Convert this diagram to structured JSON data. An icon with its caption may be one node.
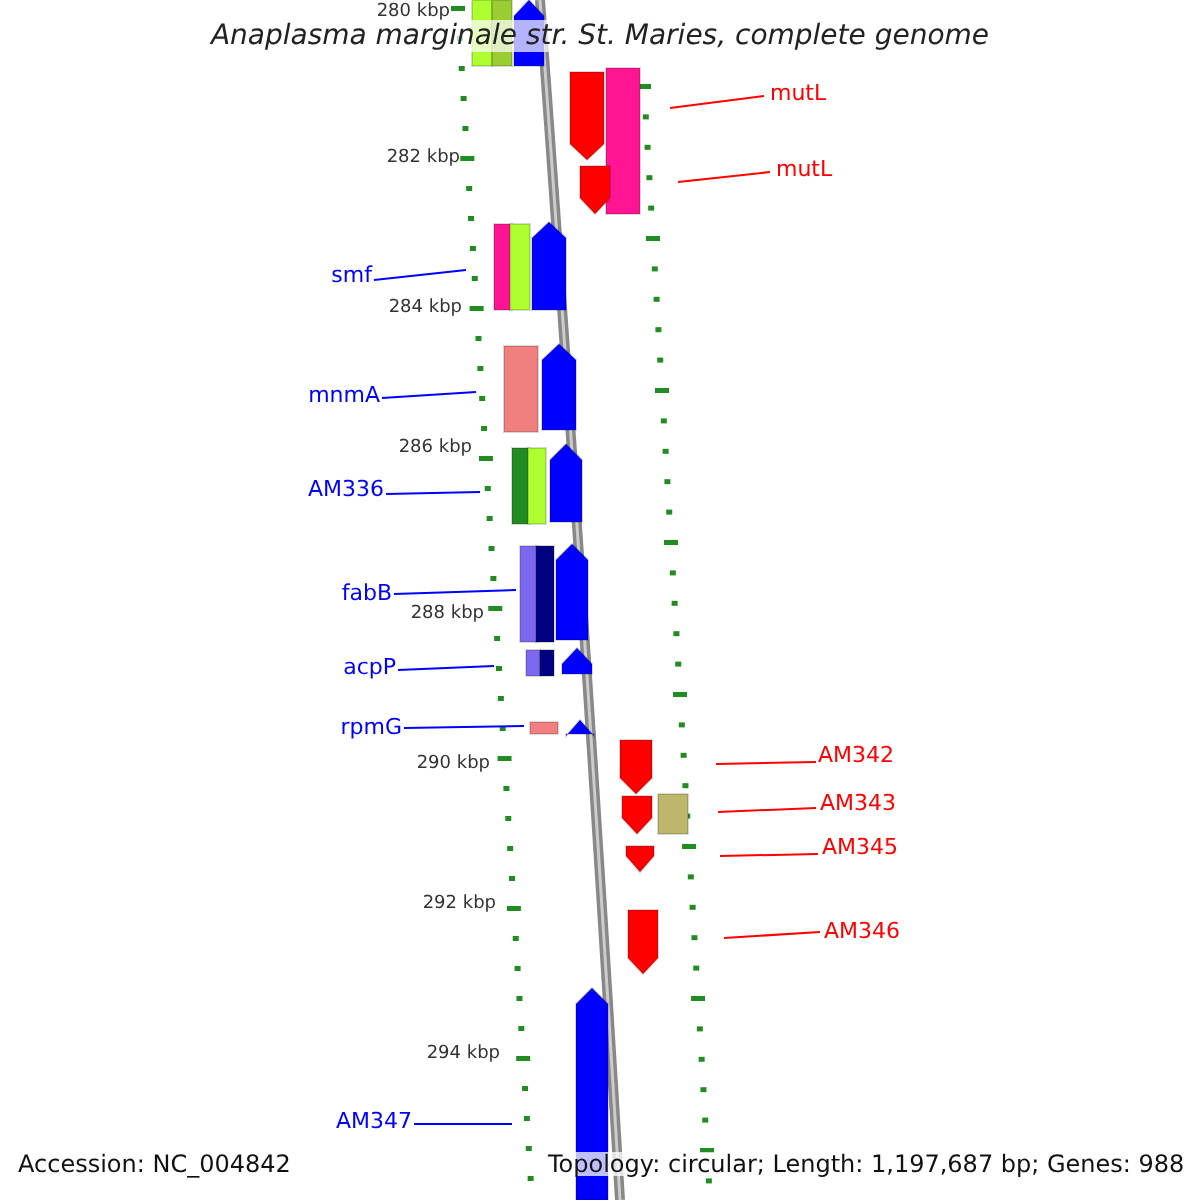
{
  "diagram": {
    "title": "Anaplasma marginale str. St. Maries, complete genome",
    "nodes": [
      {
        "text": [
          "mutL"
        ]
      },
      {
        "text": [
          "mutL"
        ]
      },
      {
        "text": [
          "smf"
        ]
      },
      {
        "text": [
          "mnmA"
        ]
      },
      {
        "text": [
          "AM336"
        ]
      },
      {
        "text": [
          "fabB"
        ]
      },
      {
        "text": [
          "acpP"
        ]
      },
      {
        "text": [
          "rpmG"
        ]
      },
      {
        "text": [
          "AM342"
        ]
      },
      {
        "text": [
          "AM343"
        ]
      },
      {
        "text": [
          "AM345"
        ]
      },
      {
        "text": [
          "AM346"
        ]
      },
      {
        "text": [
          "AM347"
        ]
      }
    ],
    "edges": [
      {
        "from": 0,
        "to": null,
        "arrow": "none",
        "color": "#ff0000"
      },
      {
        "from": 1,
        "to": null,
        "arrow": "none",
        "color": "#ff0000"
      },
      {
        "from": 2,
        "to": null,
        "arrow": "none"
      },
      {
        "from": 3,
        "to": null,
        "arrow": "none"
      },
      {
        "from": 4,
        "to": null,
        "arrow": "none"
      },
      {
        "from": 5,
        "to": null,
        "arrow": "none"
      },
      {
        "from": 6,
        "to": null,
        "arrow": "none"
      },
      {
        "from": 7,
        "to": null,
        "arrow": "none"
      },
      {
        "from": 8,
        "to": null,
        "arrow": "none",
        "color": "#ff0000"
      },
      {
        "from": 9,
        "to": null,
        "arrow": "none",
        "color": "#ff0000"
      },
      {
        "from": 10,
        "to": null,
        "arrow": "none",
        "color": "#ff0000"
      },
      {
        "from": 11,
        "to": null,
        "arrow": "none",
        "color": "#ff0000"
      },
      {
        "from": 12,
        "to": null,
        "arrow": "none"
      }
    ],
    "labels": [
      "280 kbp",
      "282 kbp",
      "284 kbp",
      "286 kbp",
      "288 kbp",
      "290 kbp",
      "292 kbp",
      "294 kbp",
      "Accession: NC_004842",
      "Topology: circular; Length: 1,197,687 bp; Genes: 988"
    ]
  }
}
